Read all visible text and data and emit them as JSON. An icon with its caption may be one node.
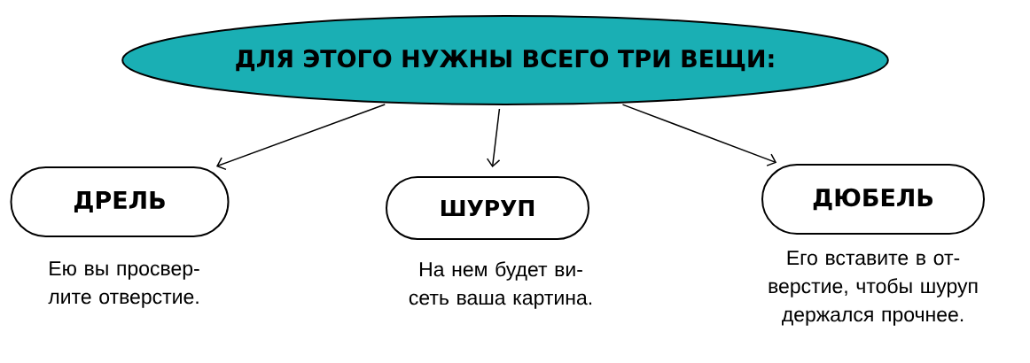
{
  "diagram": {
    "nodes": [
      {
        "text": [
          "ДЛЯ ЭТОГО НУЖНЫ ВСЕГО ТРИ ВЕЩИ:"
        ]
      },
      {
        "text": [
          "ДРЕЛЬ"
        ],
        "beside": [
          "Ею вы просвер- лите отверстие."
        ]
      },
      {
        "text": [
          "ШУРУП"
        ],
        "beside": [
          "На нем будет ви- сеть ваша картина."
        ]
      },
      {
        "text": [
          "ДЮБЕЛЬ"
        ],
        "beside": [
          "Его вставите в от- верстие, чтобы шуруп держался прочнее."
        ]
      }
    ],
    "edges": [
      {
        "from": 0,
        "to": 1,
        "arrow": "to"
      },
      {
        "from": 0,
        "to": 2,
        "arrow": "to"
      },
      {
        "from": 0,
        "to": 3,
        "arrow": "to"
      }
    ]
  }
}
